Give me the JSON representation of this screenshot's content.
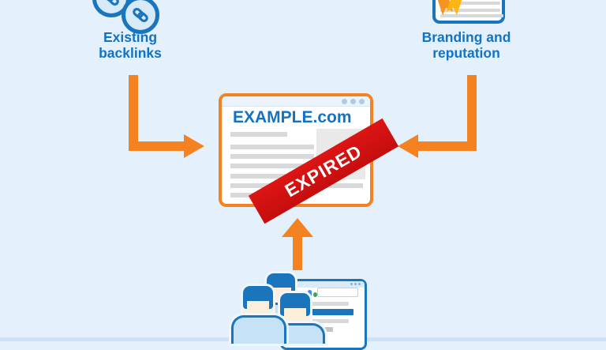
{
  "diagram_title": "Expired domain value diagram",
  "groups": {
    "backlinks": {
      "label": "Existing backlinks",
      "icon": "link-icon"
    },
    "branding": {
      "label": "Branding and reputation",
      "icon": "document-award-icon"
    },
    "traffic": {
      "icon": "users-search-icon"
    }
  },
  "browser_window": {
    "site_title": "EXAMPLE.com",
    "ribbon_label": "EXPIRED",
    "titlebar_dots": 3
  },
  "search_window": {
    "titlebar_dots": 3,
    "logo_icon": "search-engine-logo-dots",
    "result_rows": 4
  },
  "icons": {
    "chain_circles": "two circular link icons",
    "arrows": [
      "arrow-left-to-center",
      "arrow-right-to-center",
      "arrow-up-to-center"
    ],
    "image_placeholder": "picture-placeholder-icon"
  },
  "colors": {
    "background": "#E4F0FC",
    "bottom_strip": "#CCE2F5",
    "accent_orange": "#F58220",
    "brand_blue": "#1B75BC",
    "text_blue": "#1273C5",
    "expired_red": "#CE1010",
    "placeholder_gray": "#D9D9D9",
    "face_cream": "#FBEFDC",
    "body_light_blue": "#C5E2F7"
  }
}
